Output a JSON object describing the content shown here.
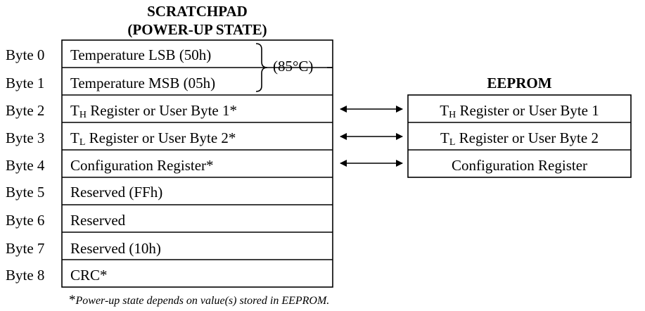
{
  "scratchpad": {
    "title_line1": "SCRATCHPAD",
    "title_line2": "(POWER-UP STATE)",
    "rows": [
      {
        "byte": "Byte 0",
        "content": "Temperature LSB (50h)"
      },
      {
        "byte": "Byte 1",
        "content": "Temperature MSB (05h)"
      },
      {
        "byte": "Byte 2",
        "pre": "T",
        "sub": "H",
        "post": " Register or User Byte 1*"
      },
      {
        "byte": "Byte 3",
        "pre": "T",
        "sub": "L",
        "post": " Register or User Byte 2*"
      },
      {
        "byte": "Byte 4",
        "content": "Configuration Register*"
      },
      {
        "byte": "Byte 5",
        "content": "Reserved (FFh)"
      },
      {
        "byte": "Byte 6",
        "content": "Reserved"
      },
      {
        "byte": "Byte 7",
        "content": "Reserved (10h)"
      },
      {
        "byte": "Byte 8",
        "content": "CRC*"
      }
    ],
    "temperature_note": "(85°C)"
  },
  "eeprom": {
    "title": "EEPROM",
    "rows": [
      {
        "pre": "T",
        "sub": "H",
        "post": " Register or User Byte 1"
      },
      {
        "pre": "T",
        "sub": "L",
        "post": " Register or User Byte 2"
      },
      {
        "content": "Configuration Register"
      }
    ]
  },
  "footnote": {
    "star": "*",
    "text": "Power-up state depends on value(s) stored in EEPROM."
  }
}
